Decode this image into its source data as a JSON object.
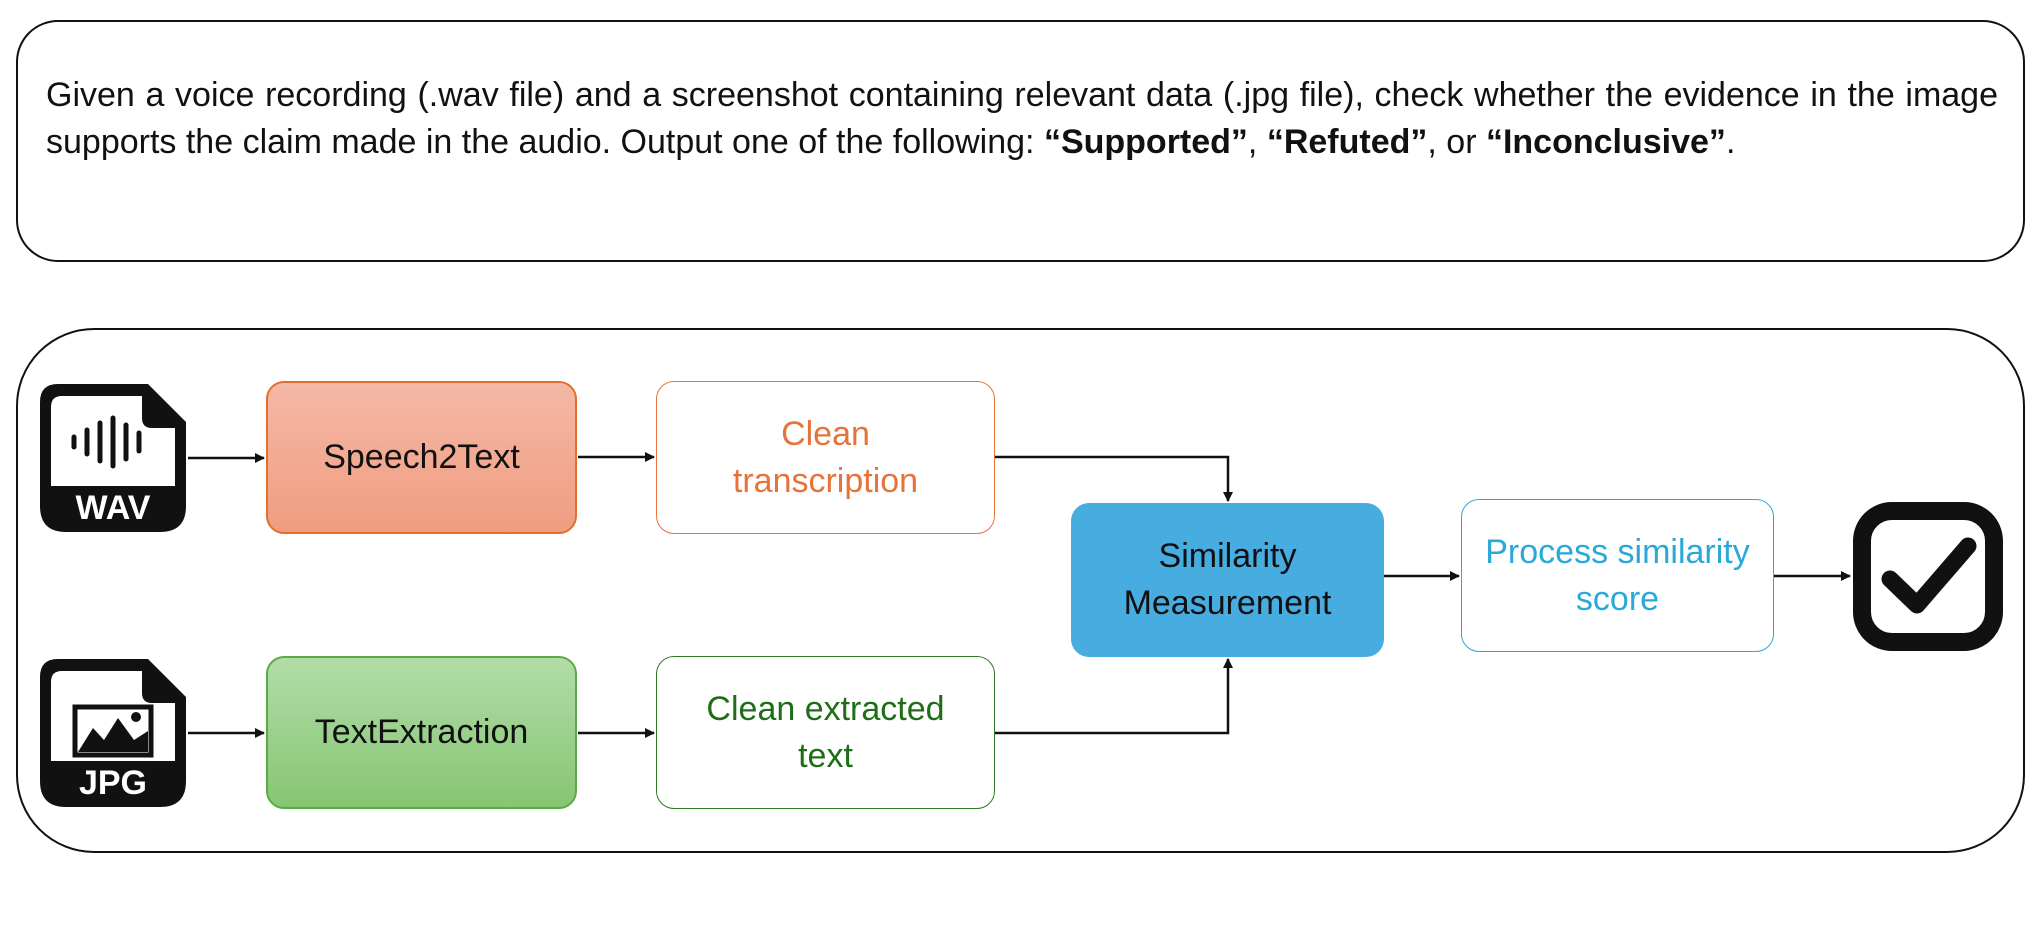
{
  "task": {
    "text_before": "Given a voice recording (.wav file) and a screenshot containing relevant data (.jpg file), check whether the evidence in the image supports the claim made in the audio. Output one of the following: ",
    "option_supported": "“Supported”",
    "sep1": ", ",
    "option_refuted": "“Refuted”",
    "sep2": ", or ",
    "option_inconclusive": "“Inconclusive”",
    "text_end": "."
  },
  "pipeline": {
    "wav_label": "WAV",
    "jpg_label": "JPG",
    "speech2text": "Speech2Text",
    "text_extraction": "TextExtraction",
    "clean_transcription": "Clean transcription",
    "clean_extracted_text": "Clean extracted text",
    "similarity_measurement": "Similarity Measurement",
    "process_similarity_score": "Process similarity score"
  },
  "icons": {
    "wav": "audio-file-icon",
    "jpg": "image-file-icon",
    "result": "checkmark-icon"
  },
  "colors": {
    "speech_fill": "#f09d7f",
    "speech_text": "#e5733a",
    "extract_fill": "#86c672",
    "extract_text": "#1e6e18",
    "similarity_fill": "#47ade0",
    "process_text": "#2aa8d8"
  }
}
